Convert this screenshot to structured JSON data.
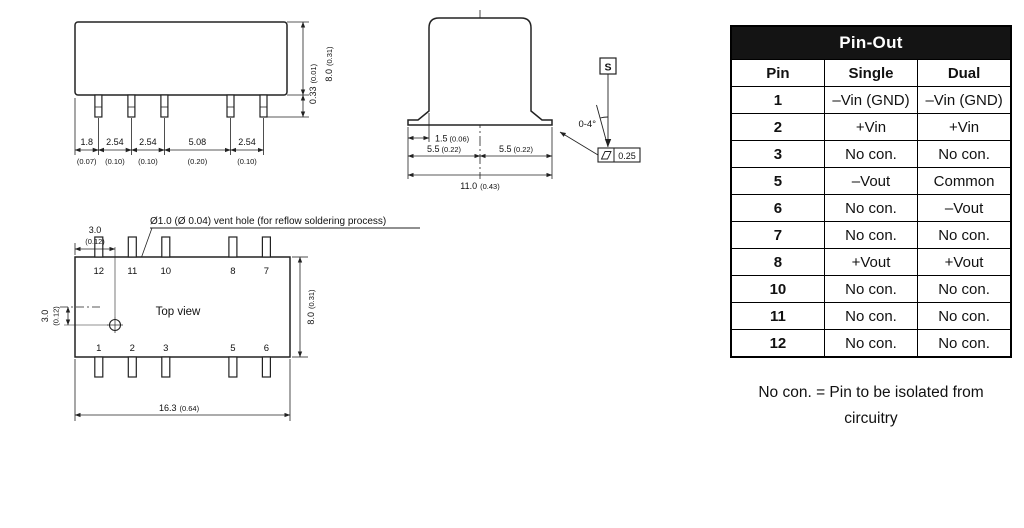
{
  "pinout": {
    "title": "Pin-Out",
    "col_pin": "Pin",
    "col_single": "Single",
    "col_dual": "Dual",
    "rows": [
      {
        "pin": "1",
        "single": "–Vin (GND)",
        "dual": "–Vin (GND)"
      },
      {
        "pin": "2",
        "single": "+Vin",
        "dual": "+Vin"
      },
      {
        "pin": "3",
        "single": "No con.",
        "dual": "No con."
      },
      {
        "pin": "5",
        "single": "–Vout",
        "dual": "Common"
      },
      {
        "pin": "6",
        "single": "No con.",
        "dual": "–Vout"
      },
      {
        "pin": "7",
        "single": "No con.",
        "dual": "No con."
      },
      {
        "pin": "8",
        "single": "+Vout",
        "dual": "+Vout"
      },
      {
        "pin": "10",
        "single": "No con.",
        "dual": "No con."
      },
      {
        "pin": "11",
        "single": "No con.",
        "dual": "No con."
      },
      {
        "pin": "12",
        "single": "No con.",
        "dual": "No con."
      }
    ],
    "note1": "No con. = Pin to be isolated from",
    "note2": "circuitry"
  },
  "side_view": {
    "pitch_dims": [
      {
        "mm": "1.8",
        "inch": "(0.07)"
      },
      {
        "mm": "2.54",
        "inch": "(0.10)"
      },
      {
        "mm": "2.54",
        "inch": "(0.10)"
      },
      {
        "mm": "5.08",
        "inch": "(0.20)"
      },
      {
        "mm": "2.54",
        "inch": "(0.10)"
      }
    ],
    "standoff": {
      "mm": "0.33",
      "inch": "(0.01)"
    },
    "height": {
      "mm": "8.0",
      "inch": "(0.31)"
    }
  },
  "front_view": {
    "lead": {
      "mm": "1.5",
      "inch": "(0.06)"
    },
    "half_left": {
      "mm": "5.5",
      "inch": "(0.22)"
    },
    "half_right": {
      "mm": "5.5",
      "inch": "(0.22)"
    },
    "width": {
      "mm": "11.0",
      "inch": "(0.43)"
    },
    "angle": "0-4°",
    "seating": "S",
    "flatness": "0.25"
  },
  "top_view": {
    "vent_note": "Ø1.0 (Ø 0.04) vent hole (for reflow soldering process)",
    "label": "Top view",
    "pins_top": [
      "12",
      "11",
      "10",
      "8",
      "7"
    ],
    "pins_bottom": [
      "1",
      "2",
      "3",
      "5",
      "6"
    ],
    "vent_offset_x": {
      "mm": "3.0",
      "inch": "(0.12)"
    },
    "vent_offset_y": {
      "mm": "3.0",
      "inch": "(0.12)"
    },
    "length": {
      "mm": "16.3",
      "inch": "(0.64)"
    },
    "width": {
      "mm": "8.0",
      "inch": "(0.31)"
    }
  }
}
